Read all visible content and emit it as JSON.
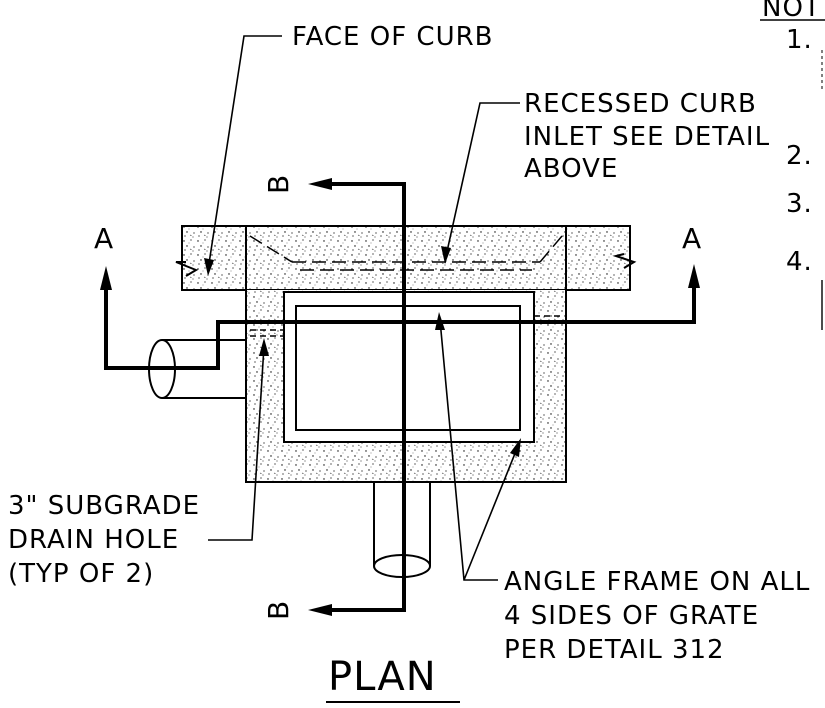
{
  "labels": {
    "face_of_curb": "FACE OF CURB",
    "recessed_curb_inlet": [
      "RECESSED CURB",
      "INLET SEE DETAIL",
      "ABOVE"
    ],
    "subgrade_drain_hole": [
      "3\" SUBGRADE",
      "DRAIN HOLE",
      "(TYP OF 2)"
    ],
    "angle_frame": [
      "ANGLE FRAME ON ALL",
      "4 SIDES OF GRATE",
      "PER DETAIL 312"
    ],
    "section_a_left": "A",
    "section_a_right": "A",
    "section_b_top": "B",
    "section_b_bottom": "B",
    "view_title": "PLAN"
  },
  "notes": {
    "header": "NOT",
    "numbers": [
      "1.",
      "2.",
      "3.",
      "4."
    ]
  }
}
